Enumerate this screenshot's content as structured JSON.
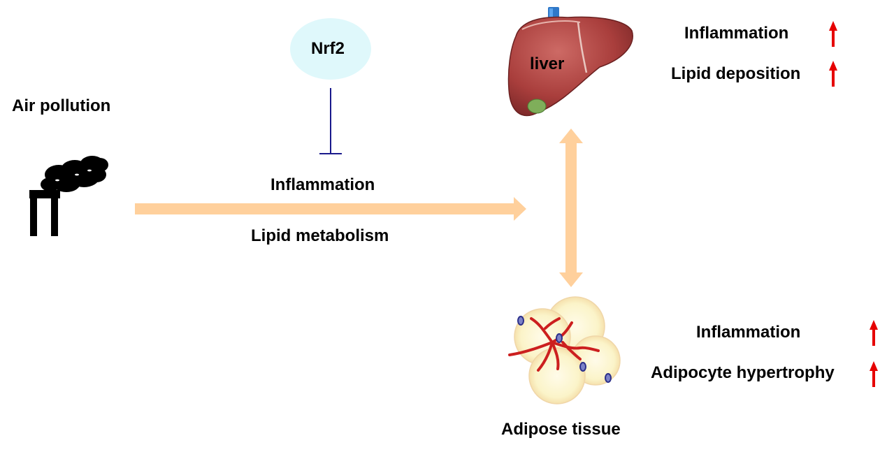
{
  "source": {
    "label": "Air pollution"
  },
  "regulator": {
    "label": "Nrf2",
    "fill_color": "#dff8fb",
    "inhibition_color": "#1a1a8c"
  },
  "pathway": {
    "label_top": "Inflammation",
    "label_bottom": "Lipid metabolism",
    "arrow_color": "#ffd09c"
  },
  "liver": {
    "label": "liver",
    "effects": [
      "Inflammation",
      "Lipid deposition"
    ],
    "effect_direction": "increase"
  },
  "adipose": {
    "label": "Adipose tissue",
    "effects": [
      "Inflammation",
      "Adipocyte hypertrophy"
    ],
    "effect_direction": "increase"
  },
  "increase_arrow_color": "#e60000",
  "icons": [
    "factory-smoke-icon",
    "liver-icon",
    "adipose-cells-icon",
    "up-arrow-icon"
  ]
}
